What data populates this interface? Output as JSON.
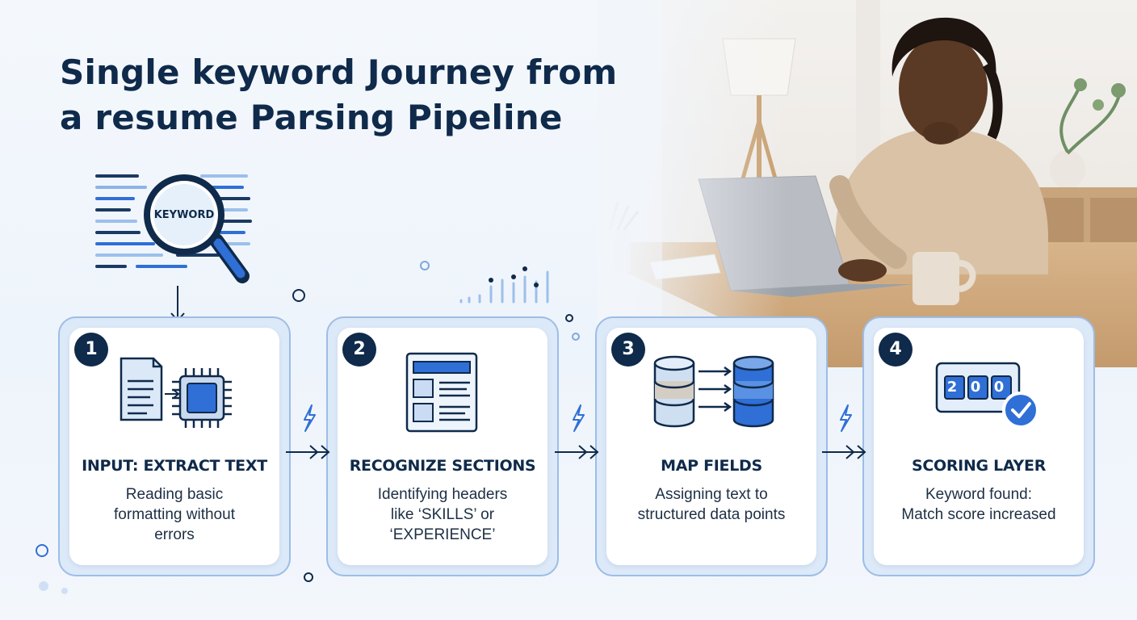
{
  "title": {
    "line1": "Single keyword Journey from",
    "line2": "a resume Parsing Pipeline"
  },
  "hero": {
    "magnifier_label": "KEYWORD"
  },
  "steps": [
    {
      "number": "1",
      "title": "INPUT: EXTRACT TEXT",
      "description": "Reading basic\nformatting without\nerrors",
      "icon": "document-to-chip-icon"
    },
    {
      "number": "2",
      "title": "RECOGNIZE SECTIONS",
      "description": "Identifying headers\nlike ‘SKILLS’ or\n‘EXPERIENCE’",
      "icon": "layout-sections-icon"
    },
    {
      "number": "3",
      "title": "MAP FIELDS",
      "description": "Assigning text to\nstructured data points",
      "icon": "database-mapping-icon"
    },
    {
      "number": "4",
      "title": "SCORING LAYER",
      "description": "Keyword found:\nMatch score increased",
      "icon": "score-counter-icon",
      "score_digits": [
        "2",
        "0",
        "0"
      ]
    }
  ],
  "colors": {
    "navy": "#0f2a4a",
    "accent": "#2f6fd6",
    "card_border": "#9dbde6",
    "light_blue": "#dce9f8"
  }
}
